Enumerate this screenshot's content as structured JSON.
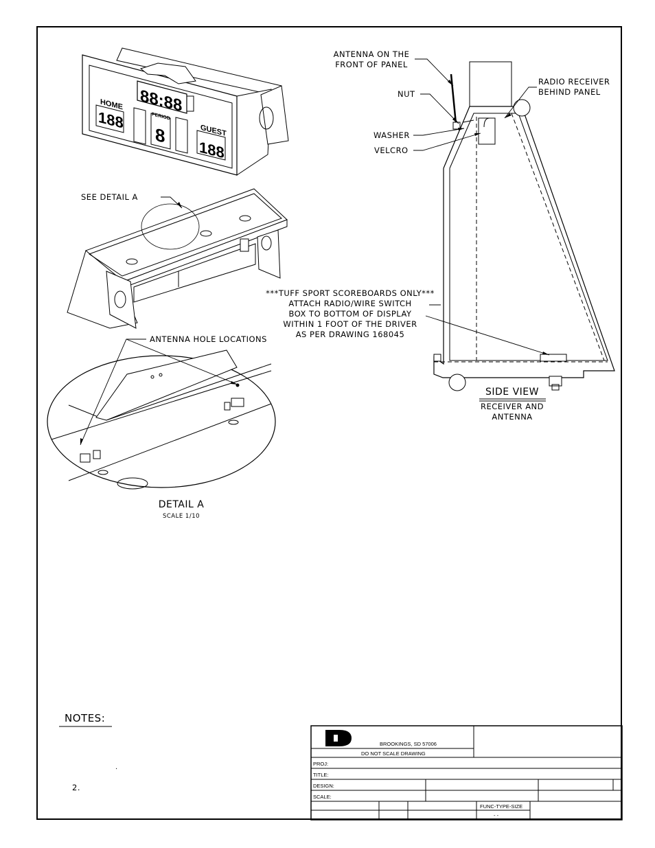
{
  "scoreboard": {
    "clock": "88:88",
    "home_label": "HOME",
    "home_score": "188",
    "period_label": "PERIOD",
    "period_value": "8",
    "guest_label": "GUEST",
    "guest_score": "188"
  },
  "callouts": {
    "antenna": [
      "ANTENNA ON THE",
      "FRONT OF PANEL"
    ],
    "nut": "NUT",
    "washer": "WASHER",
    "velcro": "VELCRO",
    "radio_receiver": [
      "RADIO RECEIVER",
      "BEHIND PANEL"
    ],
    "see_detail": "SEE DETAIL  A",
    "antenna_holes": "ANTENNA HOLE LOCATIONS",
    "tuff_note": [
      "***TUFF SPORT SCOREBOARDS ONLY***",
      "ATTACH RADIO/WIRE SWITCH",
      "BOX TO BOTTOM OF DISPLAY",
      "WITHIN 1 FOOT OF THE DRIVER",
      "AS PER DRAWING 168045"
    ]
  },
  "side_view": {
    "title": "SIDE VIEW",
    "subtitle": [
      "RECEIVER AND",
      "ANTENNA"
    ]
  },
  "detail_a": {
    "title": "DETAIL  A",
    "scale": "SCALE  1/10"
  },
  "notes": {
    "heading": "NOTES:",
    "item_1": ".",
    "item_2": "2."
  },
  "title_block": {
    "location": "BROOKINGS, SD  57006",
    "warning": "DO NOT SCALE DRAWING",
    "proj_label": "PROJ:",
    "title_label": "TITLE:",
    "design_label": "DESIGN:",
    "scale_label": "SCALE:",
    "func_type_size": "FUNC-TYPE-SIZE",
    "func_value": "-   -"
  }
}
